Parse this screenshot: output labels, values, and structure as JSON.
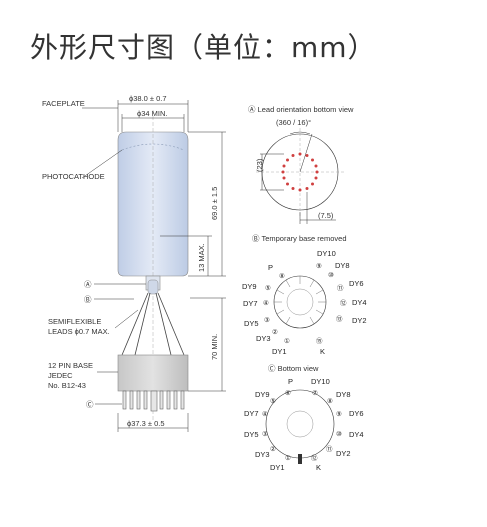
{
  "title": "外形尺寸图（单位：mm）",
  "tube": {
    "labels": {
      "faceplate": "FACEPLATE",
      "photocathode": "PHOTOCATHODE",
      "semiflexible1": "SEMIFLEXIBLE",
      "semiflexible2": "LEADS ϕ0.7 MAX.",
      "base1": "12 PIN BASE",
      "base2": "JEDEC",
      "base3": "No. B12-43",
      "markA": "Ⓐ",
      "markB": "Ⓑ",
      "markC": "Ⓒ"
    },
    "dims": {
      "outer_dia": "ϕ38.0 ± 0.7",
      "inner_dia": "ϕ34 MIN.",
      "length": "69.0 ± 1.5",
      "neck": "13 MAX.",
      "total": "70 MIN.",
      "base_dia": "ϕ37.3 ± 0.5"
    }
  },
  "view_a": {
    "title": "Ⓐ Lead orientation bottom view",
    "angle": "(360 / 16)°",
    "dim_side": "(23)",
    "dim_bottom": "(7.5)"
  },
  "view_b": {
    "title": "Ⓑ Temporary base removed",
    "pins": [
      {
        "n": "⑨",
        "label": "DY10"
      },
      {
        "n": "⑩",
        "label": "DY8"
      },
      {
        "n": "⑪",
        "label": "DY6"
      },
      {
        "n": "⑫",
        "label": "DY4"
      },
      {
        "n": "⑬",
        "label": "DY2"
      },
      {
        "n": "⑮",
        "label": "K"
      },
      {
        "n": "①",
        "label": "DY1"
      },
      {
        "n": "②",
        "label": "DY3"
      },
      {
        "n": "③",
        "label": "DY5"
      },
      {
        "n": "④",
        "label": "DY7"
      },
      {
        "n": "⑤",
        "label": "DY9"
      },
      {
        "n": "⑧",
        "label": "P"
      }
    ]
  },
  "view_c": {
    "title": "Ⓒ Bottom view",
    "pins": [
      {
        "n": "⑦",
        "label": "DY10"
      },
      {
        "n": "⑧",
        "label": "DY8"
      },
      {
        "n": "⑨",
        "label": "DY6"
      },
      {
        "n": "⑩",
        "label": "DY4"
      },
      {
        "n": "⑪",
        "label": "DY2"
      },
      {
        "n": "⑫",
        "label": "K"
      },
      {
        "n": "①",
        "label": "DY1"
      },
      {
        "n": "②",
        "label": "DY3"
      },
      {
        "n": "③",
        "label": "DY5"
      },
      {
        "n": "④",
        "label": "DY7"
      },
      {
        "n": "⑤",
        "label": "DY9"
      },
      {
        "n": "⑥",
        "label": "P"
      }
    ]
  }
}
